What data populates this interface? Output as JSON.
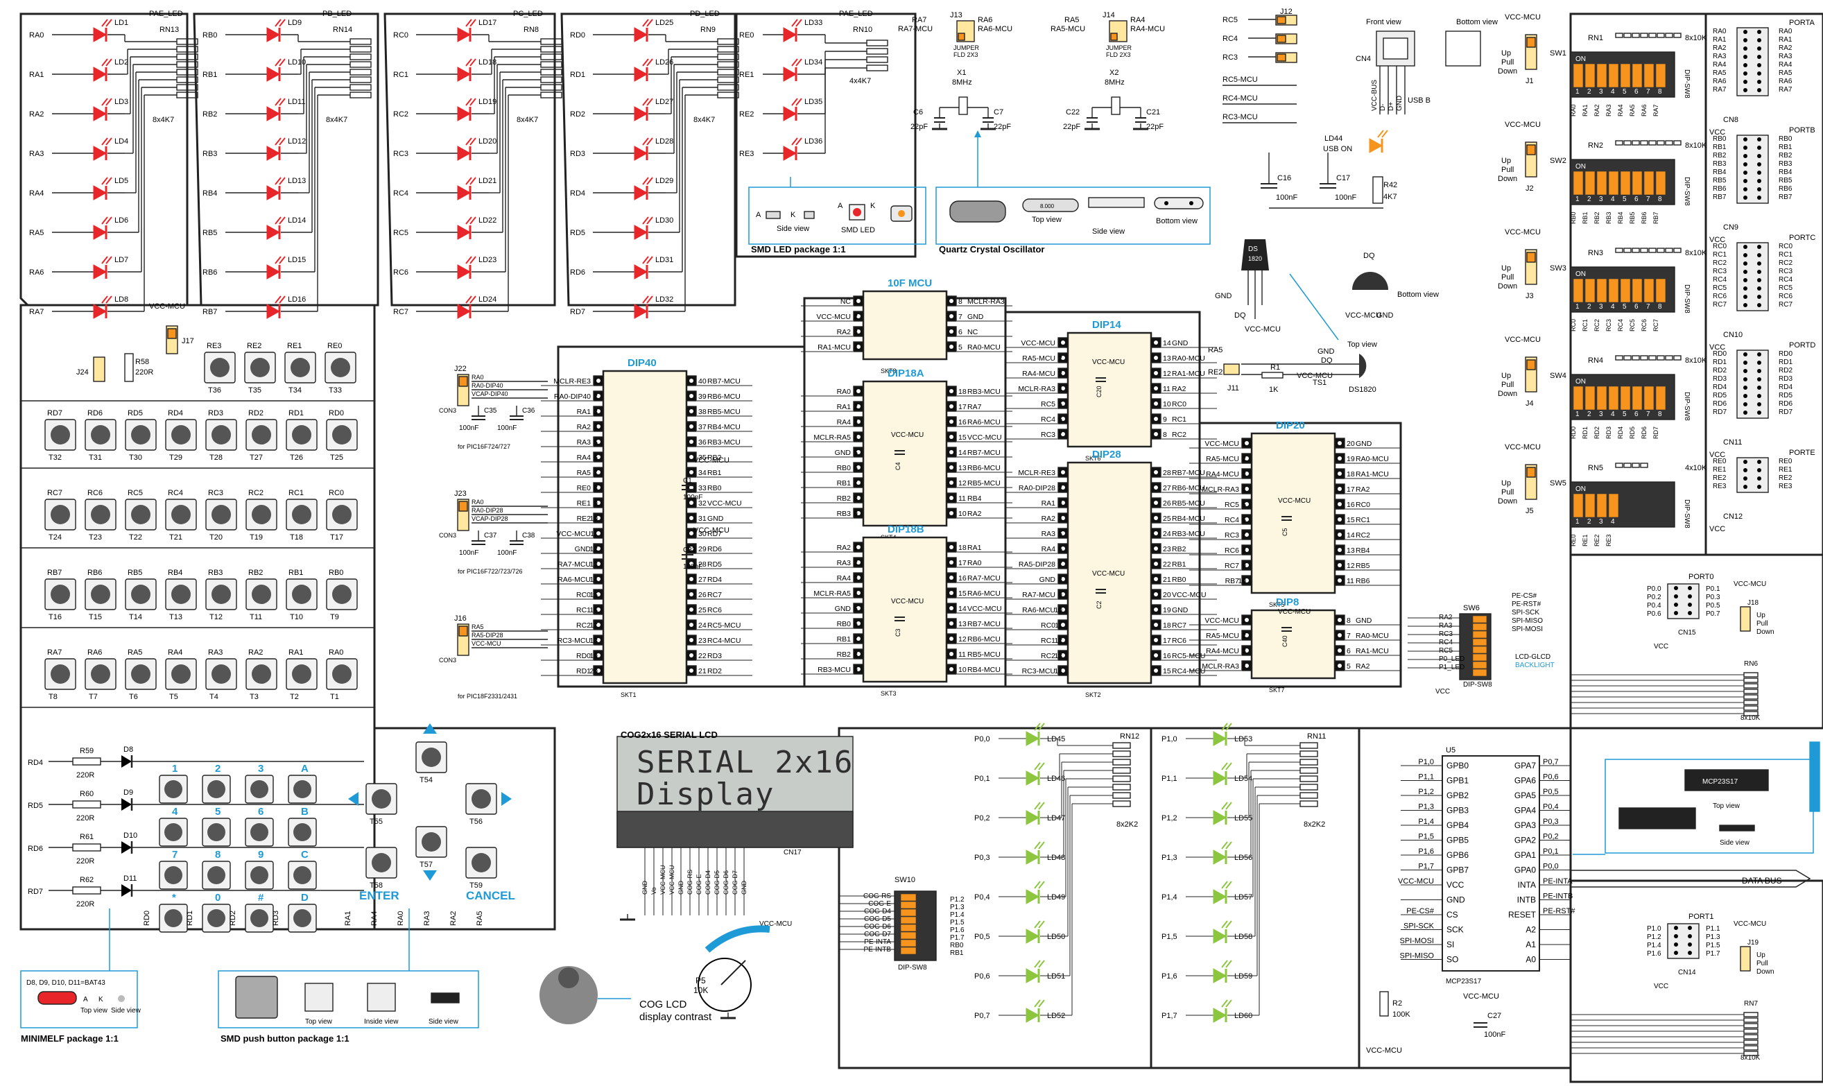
{
  "colors": {
    "line": "#222222",
    "accent": "#1e9ad6",
    "led_red": "#e8262a",
    "led_green": "#8cc63f",
    "dip_orange": "#f7941d",
    "socket": "#fdf7e1",
    "lcd_bg": "#c7ccc9",
    "lcd_text": "#2f2f2f"
  },
  "led_banks": [
    {
      "id": "pae",
      "port": "PAE_LED",
      "rn": "RN13",
      "rn_val": "8x4K7",
      "pins": [
        "RA0",
        "RA1",
        "RA2",
        "RA3",
        "RA4",
        "RA5",
        "RA6",
        "RA7"
      ],
      "leds": [
        "LD1",
        "LD2",
        "LD3",
        "LD4",
        "LD5",
        "LD6",
        "LD7",
        "LD8"
      ]
    },
    {
      "id": "pb",
      "port": "PB_LED",
      "rn": "RN14",
      "rn_val": "8x4K7",
      "pins": [
        "RB0",
        "RB1",
        "RB2",
        "RB3",
        "RB4",
        "RB5",
        "RB6",
        "RB7"
      ],
      "leds": [
        "LD9",
        "LD10",
        "LD11",
        "LD12",
        "LD13",
        "LD14",
        "LD15",
        "LD16"
      ]
    },
    {
      "id": "pc",
      "port": "PC_LED",
      "rn": "RN8",
      "rn_val": "8x4K7",
      "pins": [
        "RC0",
        "RC1",
        "RC2",
        "RC3",
        "RC4",
        "RC5",
        "RC6",
        "RC7"
      ],
      "leds": [
        "LD17",
        "LD18",
        "LD19",
        "LD20",
        "LD21",
        "LD22",
        "LD23",
        "LD24"
      ]
    },
    {
      "id": "pd",
      "port": "PD_LED",
      "rn": "RN9",
      "rn_val": "8x4K7",
      "pins": [
        "RD0",
        "RD1",
        "RD2",
        "RD3",
        "RD4",
        "RD5",
        "RD6",
        "RD7"
      ],
      "leds": [
        "LD25",
        "LD26",
        "LD27",
        "LD28",
        "LD29",
        "LD30",
        "LD31",
        "LD32"
      ]
    },
    {
      "id": "pe",
      "port": "PAE_LED",
      "rn": "RN10",
      "rn_val": "4x4K7",
      "pins": [
        "RE0",
        "RE1",
        "RE2",
        "RE3"
      ],
      "leds": [
        "LD33",
        "LD34",
        "LD35",
        "LD36"
      ]
    }
  ],
  "button_grid": [
    {
      "pins": [
        "RE3",
        "RE2",
        "RE1",
        "RE0"
      ],
      "ids": [
        "T36",
        "T35",
        "T34",
        "T33"
      ]
    },
    {
      "pins": [
        "RD7",
        "RD6",
        "RD5",
        "RD4",
        "RD3",
        "RD2",
        "RD1",
        "RD0"
      ],
      "ids": [
        "T32",
        "T31",
        "T30",
        "T29",
        "T28",
        "T27",
        "T26",
        "T25"
      ]
    },
    {
      "pins": [
        "RC7",
        "RC6",
        "RC5",
        "RC4",
        "RC3",
        "RC2",
        "RC1",
        "RC0"
      ],
      "ids": [
        "T24",
        "T23",
        "T22",
        "T21",
        "T20",
        "T19",
        "T18",
        "T17"
      ]
    },
    {
      "pins": [
        "RB7",
        "RB6",
        "RB5",
        "RB4",
        "RB3",
        "RB2",
        "RB1",
        "RB0"
      ],
      "ids": [
        "T16",
        "T15",
        "T14",
        "T13",
        "T12",
        "T11",
        "T10",
        "T9"
      ]
    },
    {
      "pins": [
        "RA7",
        "RA6",
        "RA5",
        "RA4",
        "RA3",
        "RA2",
        "RA1",
        "RA0"
      ],
      "ids": [
        "T8",
        "T7",
        "T6",
        "T5",
        "T4",
        "T3",
        "T2",
        "T1"
      ]
    }
  ],
  "j17": {
    "label": "VCC-MCU",
    "jumper": "J17",
    "r": "R58",
    "r_val": "220R",
    "j24": "J24"
  },
  "keypad": {
    "keys": [
      "1",
      "2",
      "3",
      "A",
      "4",
      "5",
      "6",
      "B",
      "7",
      "8",
      "9",
      "C",
      "*",
      "0",
      "#",
      "D"
    ],
    "col_pins": [
      "RD0",
      "RD1",
      "RD2",
      "RD3"
    ],
    "rows": [
      {
        "pin": "RD4",
        "r": "R59",
        "rv": "220R",
        "d": "D8"
      },
      {
        "pin": "RD5",
        "r": "R60",
        "rv": "220R",
        "d": "D9"
      },
      {
        "pin": "RD6",
        "r": "R61",
        "rv": "220R",
        "d": "D10"
      },
      {
        "pin": "RD7",
        "r": "R62",
        "rv": "220R",
        "d": "D11"
      }
    ]
  },
  "nav": {
    "enter": "ENTER",
    "cancel": "CANCEL",
    "ids": [
      "T54",
      "T55",
      "T56",
      "T57",
      "T58",
      "T59"
    ],
    "pins": [
      "RA1",
      "RA4",
      "RA0",
      "RA3",
      "RA2",
      "RA5"
    ]
  },
  "dip40": {
    "title": "DIP40",
    "skt": "SKT1",
    "left": [
      "MCLR-RE3",
      "RA0-DIP40",
      "RA1",
      "RA2",
      "RA3",
      "RA4",
      "RA5",
      "RE0",
      "RE1",
      "RE2",
      "VCC-MCU",
      "GND",
      "RA7-MCU",
      "RA6-MCU",
      "RC0",
      "RC1",
      "RC2",
      "RC3-MCU",
      "RD0",
      "RD1"
    ],
    "right": [
      "RB7-MCU",
      "RB6-MCU",
      "RB5-MCU",
      "RB4-MCU",
      "RB3-MCU",
      "RB2",
      "RB1",
      "RB0",
      "VCC-MCU",
      "GND",
      "RD7",
      "RD6",
      "RD5",
      "RD4",
      "RC7",
      "RC6",
      "RC5-MCU",
      "RC4-MCU",
      "RD3",
      "RD2"
    ],
    "caps": [
      {
        "name": "C1",
        "val": "100nF"
      },
      {
        "name": "C33",
        "val": "100nF"
      }
    ],
    "vcc": "VCC-MCU"
  },
  "small_sockets": [
    {
      "title": "10F MCU",
      "skt": "SKT8",
      "left": [
        "NC",
        "VCC-MCU",
        "RA2",
        "RA1-MCU"
      ],
      "right": [
        "MCLR-RA3",
        "GND",
        "NC",
        "RA0-MCU"
      ]
    },
    {
      "title": "DIP18A",
      "skt": "SKT4",
      "left": [
        "RA0",
        "RA1",
        "RA4",
        "MCLR-RA5",
        "GND",
        "RB0",
        "RB1",
        "RB2",
        "RB3"
      ],
      "right": [
        "RB3-MCU",
        "RA7",
        "RA6-MCU",
        "VCC-MCU",
        "RB7-MCU",
        "RB6-MCU",
        "RB5-MCU",
        "RB4",
        "RA2"
      ]
    },
    {
      "title": "DIP18B",
      "skt": "SKT3",
      "left": [
        "RA2",
        "RA3",
        "RA4",
        "MCLR-RA5",
        "GND",
        "RB0",
        "RB1",
        "RB2",
        "RB3-MCU"
      ],
      "right": [
        "RA1",
        "RA0",
        "RA7-MCU",
        "RA6-MCU",
        "VCC-MCU",
        "RB7-MCU",
        "RB6-MCU",
        "RB5-MCU",
        "RB4-MCU"
      ]
    },
    {
      "title": "DIP14",
      "skt": "SKT6",
      "left": [
        "VCC-MCU",
        "RA5-MCU",
        "RA4-MCU",
        "MCLR-RA3",
        "RC5",
        "RC4",
        "RC3"
      ],
      "right": [
        "GND",
        "RA0-MCU",
        "RA1-MCU",
        "RA2",
        "RC0",
        "RC1",
        "RC2"
      ]
    },
    {
      "title": "DIP28",
      "skt": "SKT2",
      "left": [
        "MCLR-RE3",
        "RA0-DIP28",
        "RA1",
        "RA2",
        "RA3",
        "RA4",
        "RA5-DIP28",
        "GND",
        "RA7-MCU",
        "RA6-MCU",
        "RC0",
        "RC1",
        "RC2",
        "RC3-MCU"
      ],
      "right": [
        "RB7-MCU",
        "RB6-MCU",
        "RB5-MCU",
        "RB4-MCU",
        "RB3-MCU",
        "RB2",
        "RB1",
        "RB0",
        "VCC-MCU",
        "GND",
        "RC7",
        "RC6",
        "RC5-MCU",
        "RC4-MCU"
      ]
    },
    {
      "title": "DIP20",
      "skt": "SKT5",
      "left": [
        "VCC-MCU",
        "RA5-MCU",
        "RA4-MCU",
        "MCLR-RA3",
        "RC5",
        "RC4",
        "RC3",
        "RC6",
        "RC7",
        "RB7"
      ],
      "right": [
        "GND",
        "RA0-MCU",
        "RA1-MCU",
        "RA2",
        "RC0",
        "RC1",
        "RC2",
        "RB4",
        "RB5",
        "RB6"
      ]
    },
    {
      "title": "DIP8",
      "skt": "SKT7",
      "left": [
        "VCC-MCU",
        "RA5-MCU",
        "RA4-MCU",
        "MCLR-RA3"
      ],
      "right": [
        "GND",
        "RA0-MCU",
        "RA1-MCU",
        "RA2"
      ]
    }
  ],
  "socket_caps": [
    "C4",
    "C3",
    "C20",
    "C2",
    "C5",
    "C40"
  ],
  "socket_vcc": "VCC-MCU",
  "jumpers_small": [
    {
      "id": "J22",
      "pins": [
        "RA0",
        "RA0-DIP40",
        "VCAP-DIP40"
      ],
      "con": "CON3",
      "caps": [
        "C35",
        "C36"
      ],
      "vals": [
        "100nF",
        "100nF"
      ],
      "note": "for PIC16F724/727"
    },
    {
      "id": "J23",
      "pins": [
        "RA0",
        "RA0-DIP28",
        "VCAP-DIP28"
      ],
      "con": "CON3",
      "caps": [
        "C37",
        "C38"
      ],
      "vals": [
        "100nF",
        "100nF"
      ],
      "note": "for PIC16F722/723/726"
    },
    {
      "id": "J16",
      "pins": [
        "RA5",
        "RA5-DIP28",
        "VCC-MCU"
      ],
      "con": "CON3",
      "caps": [],
      "vals": [],
      "note": "for PIC18F2331/2431"
    }
  ],
  "oscillators": [
    {
      "j": "J13",
      "x": "X1",
      "freq": "8MHz",
      "jumper": "JUMPER",
      "pkg": "FLD 2X3",
      "pins": [
        "RA7",
        "RA6",
        "RA7-MCU",
        "RA6-MCU"
      ],
      "caps": [
        "C6",
        "C7"
      ],
      "cval": "22pF"
    },
    {
      "j": "J14",
      "x": "X2",
      "freq": "8MHz",
      "jumper": "JUMPER",
      "pkg": "FLD 2X3",
      "pins": [
        "RA5",
        "RA4",
        "RA5-MCU",
        "RA4-MCU"
      ],
      "caps": [
        "C22",
        "C21"
      ],
      "cval": "22pF"
    }
  ],
  "usb": {
    "j": "J12",
    "con": "CN4",
    "labels": [
      "RC5",
      "RC4",
      "RC3",
      "RC5-MCU",
      "RC4-MCU",
      "RC3-MCU"
    ],
    "front": "Front view",
    "bottom": "Bottom view",
    "type": "USB B",
    "pins": [
      "VCC-BUS",
      "D-",
      "D+",
      "GND"
    ],
    "led": "LD44",
    "led_note": "USB ON",
    "r": "R42",
    "rv": "4K7",
    "caps": [
      {
        "n": "C16",
        "v": "100nF"
      },
      {
        "n": "C17",
        "v": "100nF"
      }
    ]
  },
  "ds1820": {
    "chip": "DS\n1820",
    "dq": "DQ",
    "gnd": "GND",
    "vcc": "VCC-MCU",
    "bottom": "Bottom view",
    "top": "Top view",
    "ts": "TS1",
    "sensor": "DS1820",
    "r": "R1",
    "rv": "1K",
    "j": "J11",
    "pins": [
      "RA5",
      "RE2"
    ]
  },
  "port_dips": [
    {
      "port": "PORTA",
      "sw": "SW1",
      "rn": "RN1",
      "rv": "8x10K",
      "cn": "CN8",
      "j": "J1",
      "pins": [
        "RA0",
        "RA1",
        "RA2",
        "RA3",
        "RA4",
        "RA5",
        "RA6",
        "RA7"
      ],
      "dip": "DIP-SW8",
      "count": 8
    },
    {
      "port": "PORTB",
      "sw": "SW2",
      "rn": "RN2",
      "rv": "8x10K",
      "cn": "CN9",
      "j": "J2",
      "pins": [
        "RB0",
        "RB1",
        "RB2",
        "RB3",
        "RB4",
        "RB5",
        "RB6",
        "RB7"
      ],
      "dip": "DIP-SW8",
      "count": 8
    },
    {
      "port": "PORTC",
      "sw": "SW3",
      "rn": "RN3",
      "rv": "8x10K",
      "cn": "CN10",
      "j": "J3",
      "pins": [
        "RC0",
        "RC1",
        "RC2",
        "RC3",
        "RC4",
        "RC5",
        "RC6",
        "RC7"
      ],
      "dip": "DIP-SW8",
      "count": 8
    },
    {
      "port": "PORTD",
      "sw": "SW4",
      "rn": "RN4",
      "rv": "8x10K",
      "cn": "CN11",
      "j": "J4",
      "pins": [
        "RD0",
        "RD1",
        "RD2",
        "RD3",
        "RD4",
        "RD5",
        "RD6",
        "RD7"
      ],
      "dip": "DIP-SW8",
      "count": 8
    },
    {
      "port": "PORTE",
      "sw": "SW5",
      "rn": "RN5",
      "rv": "4x10K",
      "cn": "CN12",
      "j": "J5",
      "pins": [
        "RE0",
        "RE1",
        "RE2",
        "RE3"
      ],
      "dip": "DIP-SW8",
      "count": 4
    }
  ],
  "pull": {
    "up": "Up",
    "pull": "Pull",
    "down": "Down",
    "on": "ON",
    "vcc": "VCC-MCU",
    "vcc2": "VCC"
  },
  "sw6": {
    "id": "SW6",
    "pins": [
      "RA2",
      "RA3",
      "RC3",
      "RC4",
      "RC5",
      "P0_LED",
      "P1_LED"
    ],
    "labels": [
      "PE-CS#",
      "PE-RST#",
      "SPI-SCK",
      "SPI-MISO",
      "SPI-MOSI"
    ],
    "lcd": "LCD-GLCD",
    "backlight": "BACKLIGHT",
    "dip": "DIP-SW8",
    "vcc": "VCC"
  },
  "port0": {
    "name": "PORT0",
    "cn": "CN15",
    "j": "J18",
    "rn": "RN6",
    "rv": "8x10K",
    "left": [
      "P0.0",
      "P0.2",
      "P0.4",
      "P0.6"
    ],
    "right": [
      "P0.1",
      "P0.3",
      "P0.5",
      "P0.7"
    ]
  },
  "port1": {
    "name": "PORT1",
    "cn": "CN14",
    "j": "J19",
    "rn": "RN7",
    "rv": "8x10K",
    "left": [
      "P1.0",
      "P1.2",
      "P1.4",
      "P1.6"
    ],
    "right": [
      "P1.1",
      "P1.3",
      "P1.5",
      "P1.7"
    ]
  },
  "lcd": {
    "title": "COG2x16 SERIAL LCD",
    "line1": "SERIAL 2x16",
    "line2": "Display",
    "cn": "CN17",
    "pot": "P5",
    "potv": "10K",
    "caption1": "COG LCD",
    "caption2": "display contrast",
    "vcc": "VCC-MCU",
    "pins": [
      "GND",
      "Vo",
      "VCC-MCU",
      "VCC-MCU",
      "GND",
      "COG-RS",
      "COG-E",
      "COG-D4",
      "COG-D5",
      "COG-D6",
      "COG-D7",
      "GND"
    ]
  },
  "sw10": {
    "id": "SW10",
    "left": [
      "COG-RS",
      "COG-E",
      "COG-D4",
      "COG-D5",
      "COG-D6",
      "COG-D7",
      "PE-INTA",
      "PE-INTB"
    ],
    "right": [
      "P1.2",
      "P1.3",
      "P1.4",
      "P1.5",
      "P1.6",
      "P1.7",
      "RB0",
      "RB1"
    ],
    "dip": "DIP-SW8",
    "on": "ON"
  },
  "p0_leds": {
    "rn": "RN12",
    "rv": "8x2K2",
    "pins": [
      "P0,0",
      "P0,1",
      "P0,2",
      "P0,3",
      "P0,4",
      "P0,5",
      "P0,6",
      "P0,7"
    ],
    "leds": [
      "LD45",
      "LD46",
      "LD47",
      "LD48",
      "LD49",
      "LD50",
      "LD51",
      "LD52"
    ]
  },
  "p1_leds": {
    "rn": "RN11",
    "rv": "8x2K2",
    "pins": [
      "P1,0",
      "P1,1",
      "P1,2",
      "P1,3",
      "P1,4",
      "P1,5",
      "P1,6",
      "P1,7"
    ],
    "leds": [
      "LD53",
      "LD54",
      "LD55",
      "LD56",
      "LD57",
      "LD58",
      "LD59",
      "LD60"
    ]
  },
  "mcp": {
    "u": "U5",
    "chip": "MCP23S17",
    "in_left": [
      "GPB0",
      "GPB1",
      "GPB2",
      "GPB3",
      "GPB4",
      "GPB5",
      "GPB6",
      "GPB7",
      "VCC",
      "GND",
      "CS",
      "SCK",
      "SI",
      "SO"
    ],
    "in_right": [
      "GPA7",
      "GPA6",
      "GPA5",
      "GPA4",
      "GPA3",
      "GPA2",
      "GPA1",
      "GPA0",
      "INTA",
      "INTB",
      "RESET",
      "A2",
      "A1",
      "A0"
    ],
    "out_left": [
      "P1,0",
      "P1,1",
      "P1,2",
      "P1,3",
      "P1,4",
      "P1,5",
      "P1,6",
      "P1,7",
      "VCC-MCU",
      "",
      "PE-CS#",
      "SPI-SCK",
      "SPI-MOSI",
      "SPI-MISO"
    ],
    "out_right": [
      "P0,7",
      "P0,6",
      "P0,5",
      "P0,4",
      "P0,3",
      "P0,2",
      "P0,1",
      "P0,0",
      "PE-INTA",
      "PE-INTB",
      "PE-RST#",
      "",
      "",
      ""
    ],
    "r": "R2",
    "rv": "100K",
    "vcc": "VCC-MCU",
    "cap": "C27",
    "capv": "100nF",
    "pkg_chip": "MCP23S17",
    "top": "Top view",
    "side": "Side view",
    "bus": "DATA BUS"
  },
  "packages": {
    "smd_led": {
      "caption": "SMD LED package 1:1",
      "a": "A",
      "k": "K",
      "side": "Side view",
      "smd": "SMD LED"
    },
    "quartz": {
      "caption": "Quartz Crystal Oscillator",
      "top": "Top view",
      "side": "Side view",
      "bottom": "Bottom view",
      "chip": "8.000"
    },
    "minimelf": {
      "caption": "MINIMELF package 1:1",
      "head": "D8, D9, D10, D11=BAT43",
      "a": "A",
      "k": "K",
      "top": "Top view",
      "side": "Side view"
    },
    "smdbtn": {
      "caption": "SMD push button package 1:1",
      "top": "Top view",
      "inside": "Inside view",
      "side": "Side view"
    }
  }
}
